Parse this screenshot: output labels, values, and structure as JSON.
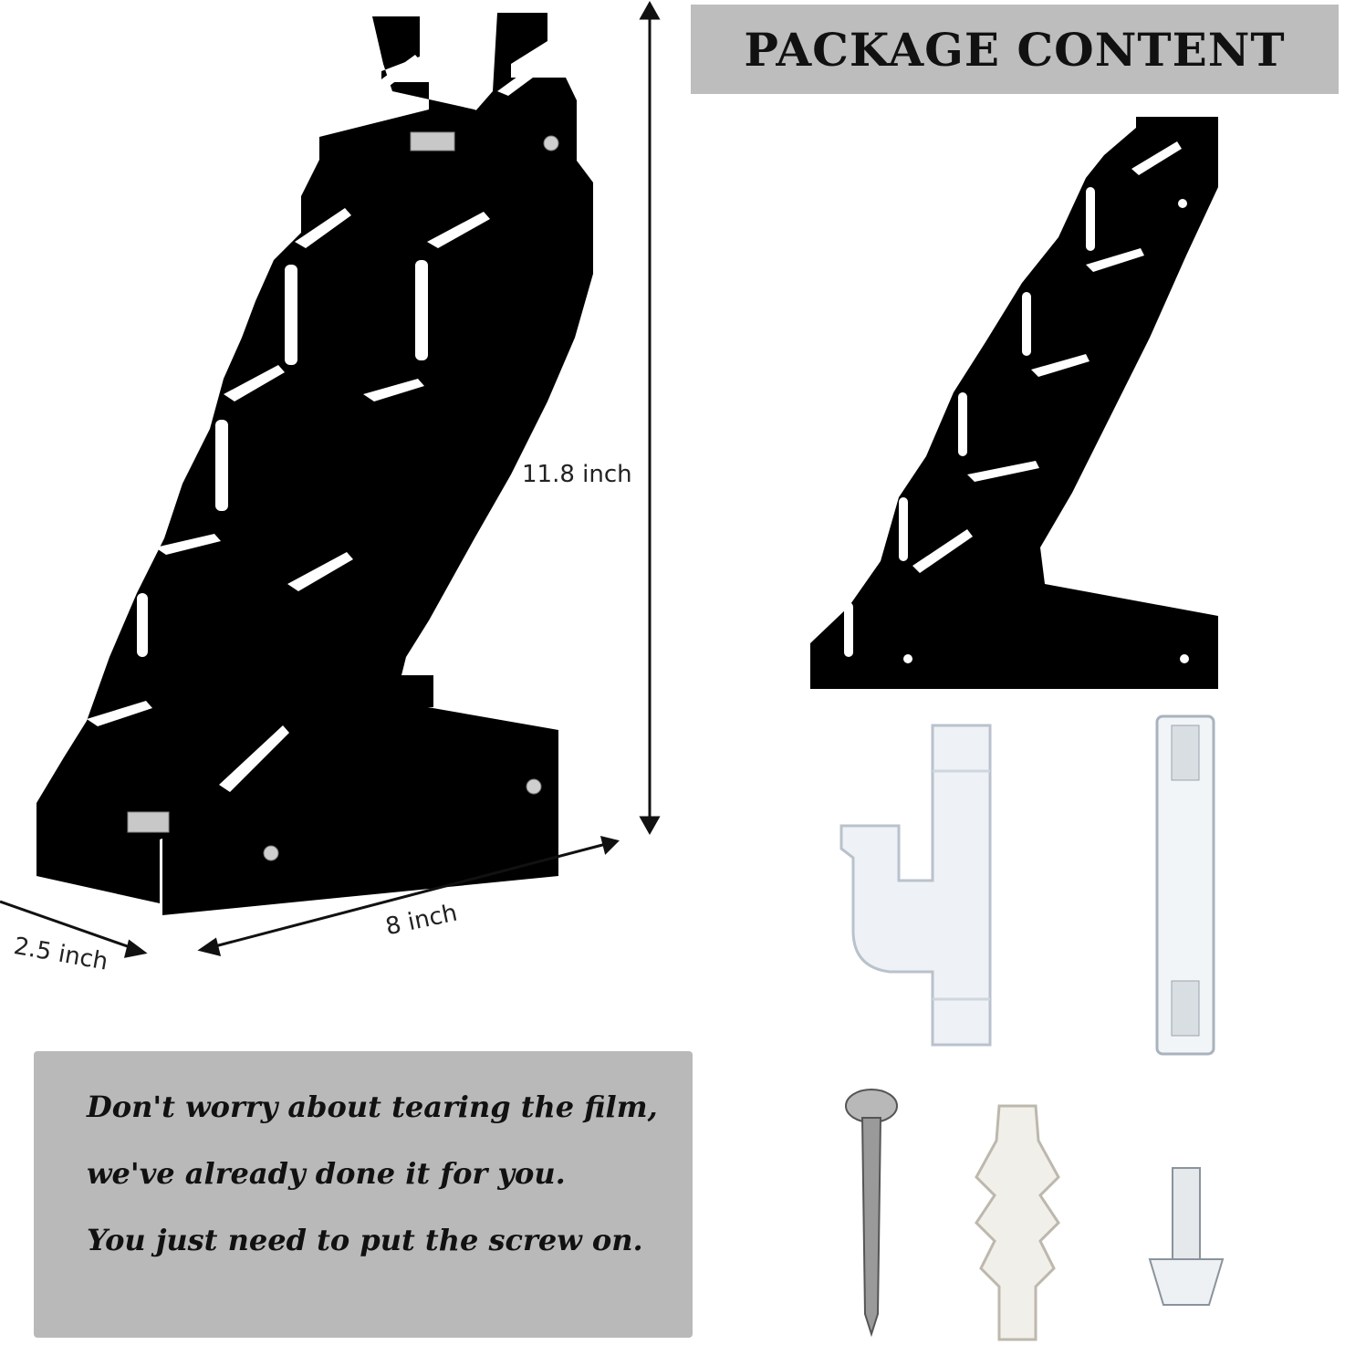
{
  "header": {
    "title": "PACKAGE CONTENT"
  },
  "dimensions": {
    "height": "11.8 inch",
    "width": "8 inch",
    "depth": "2.5 inch"
  },
  "note": {
    "lines": [
      "Don't worry about tearing the film,",
      "we've already done it for you.",
      "You just need to put the screw on."
    ]
  },
  "colors": {
    "acrylic": "#000000",
    "title_bar": "#bdbdbd",
    "note_box": "#b9b9b9"
  },
  "parts": [
    "black-acrylic-rack-panel",
    "clear-acrylic-hook",
    "clear-acrylic-standoff-rod",
    "wood-screw",
    "wall-anchor",
    "machine-screw"
  ]
}
